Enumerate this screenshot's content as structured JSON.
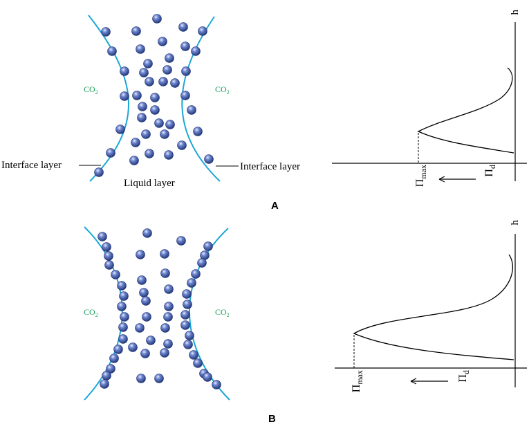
{
  "figure": {
    "colors": {
      "interface_line": "#1aa7d6",
      "molecule_fill": "#3a55a8",
      "molecule_highlight": "#e8eeff",
      "co2_label": "#1b9e5a",
      "text": "#000000"
    },
    "panels": [
      {
        "tag": "A",
        "co2_left": "CO",
        "co2_right": "CO",
        "co2_subscript": "2",
        "interface_left_label": "Interface layer",
        "interface_right_label": "Interface layer",
        "liquid_label": "Liquid layer",
        "h_label": "h",
        "pi_max_symbol": "Π",
        "pi_max_sub": "max",
        "pi_d_symbol": "Π",
        "pi_d_sub": "d"
      },
      {
        "tag": "B",
        "co2_left": "CO",
        "co2_right": "CO",
        "co2_subscript": "2",
        "h_label": "h",
        "pi_max_symbol": "Π",
        "pi_max_sub": "max",
        "pi_d_symbol": "Π",
        "pi_d_sub": "d"
      }
    ]
  }
}
